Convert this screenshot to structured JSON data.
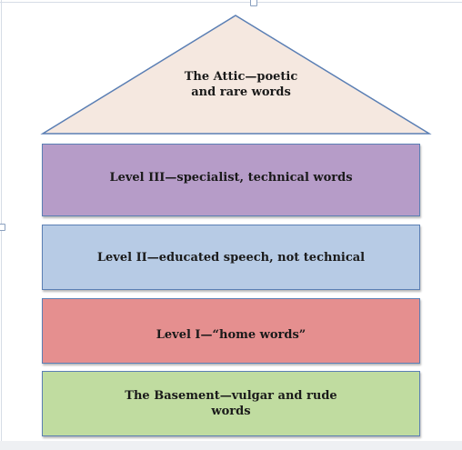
{
  "diagram": {
    "attic": {
      "label_line1": "The Attic—poetic",
      "label_line2": "and rare words",
      "fill": "#f5e8e0",
      "stroke": "#5b7fb4"
    },
    "levels": [
      {
        "label": "Level III—specialist, technical words",
        "fill": "#b69cc8"
      },
      {
        "label": "Level II—educated speech, not technical",
        "fill": "#b7cbe5"
      },
      {
        "label": "Level I—“home words”",
        "fill": "#e58f8f"
      },
      {
        "label_line1": "The Basement—vulgar and rude",
        "label_line2": "words",
        "fill": "#c0dca0"
      }
    ]
  }
}
